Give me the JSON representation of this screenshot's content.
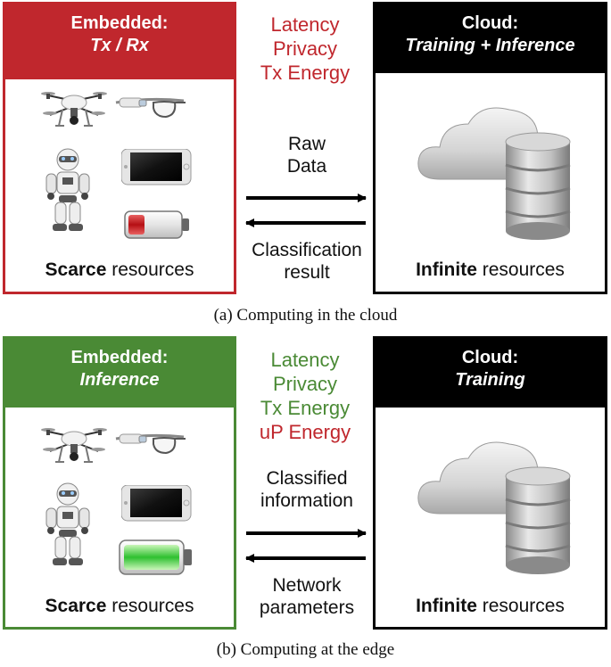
{
  "colors": {
    "red": "#c0272d",
    "green": "#4a8a35",
    "black": "#000000"
  },
  "panel_a": {
    "embedded": {
      "title": "Embedded:",
      "subtitle": "Tx / Rx",
      "resources_bold": "Scarce",
      "resources_rest": " resources"
    },
    "concerns": [
      {
        "text": "Latency",
        "color": "#c0272d"
      },
      {
        "text": "Privacy",
        "color": "#c0272d"
      },
      {
        "text": "Tx Energy",
        "color": "#c0272d"
      }
    ],
    "arrow_right_label": [
      "Raw",
      "Data"
    ],
    "arrow_left_label": [
      "Classification",
      "result"
    ],
    "cloud": {
      "title": "Cloud:",
      "subtitle": "Training + Inference",
      "resources_bold": "Infinite",
      "resources_rest": " resources"
    },
    "caption": "(a) Computing in the cloud"
  },
  "panel_b": {
    "embedded": {
      "title": "Embedded:",
      "subtitle": "Inference",
      "resources_bold": "Scarce",
      "resources_rest": " resources"
    },
    "concerns": [
      {
        "text": "Latency",
        "color": "#4a8a35"
      },
      {
        "text": "Privacy",
        "color": "#4a8a35"
      },
      {
        "text": "Tx Energy",
        "color": "#4a8a35"
      },
      {
        "text": "uP Energy",
        "color": "#c0272d"
      }
    ],
    "arrow_right_label": [
      "Classified",
      "information"
    ],
    "arrow_left_label": [
      "Network",
      "parameters"
    ],
    "cloud": {
      "title": "Cloud:",
      "subtitle": "Training",
      "resources_bold": "Infinite",
      "resources_rest": " resources"
    },
    "caption": "(b) Computing at the edge"
  },
  "icons": [
    "drone-icon",
    "smart-glasses-icon",
    "humanoid-robot-icon",
    "smartphone-icon",
    "battery-low-icon",
    "battery-full-icon",
    "cloud-icon",
    "database-icon"
  ]
}
